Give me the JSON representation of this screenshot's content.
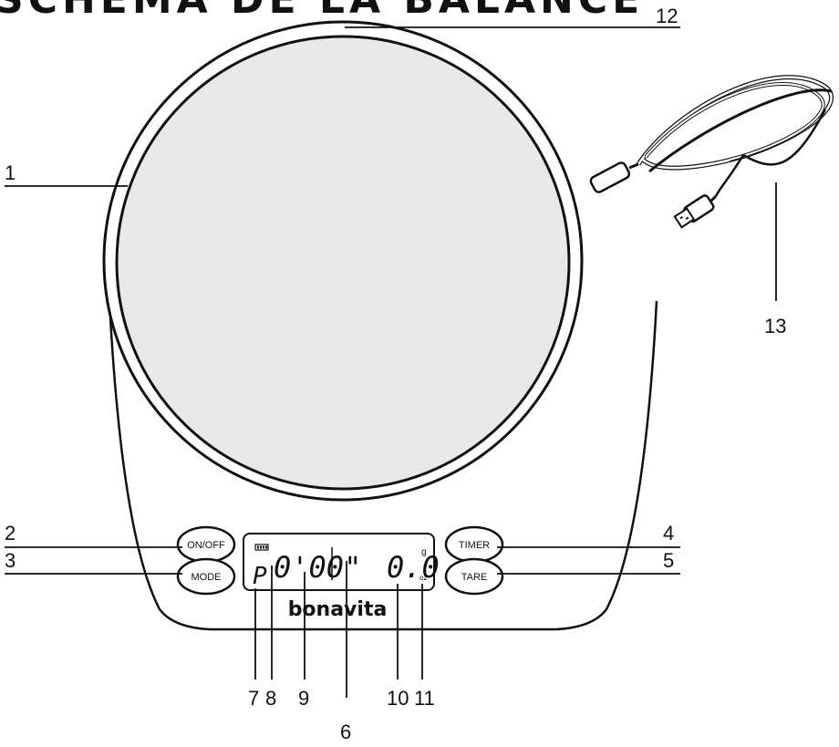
{
  "title": "SCHÉMA DE LA BALANCE",
  "callouts": [
    "1",
    "2",
    "3",
    "4",
    "5",
    "6",
    "7",
    "8",
    "9",
    "10",
    "11",
    "12",
    "13"
  ],
  "buttons": {
    "on_off": "ON/OFF",
    "mode": "MODE",
    "timer": "TIMER",
    "tare": "TARE"
  },
  "display": {
    "mode_letter": "P",
    "timer_value": "0'00\"",
    "weight_value": "0.0",
    "unit_g": "g",
    "unit_oz": "oz"
  },
  "brand": "bonavita"
}
